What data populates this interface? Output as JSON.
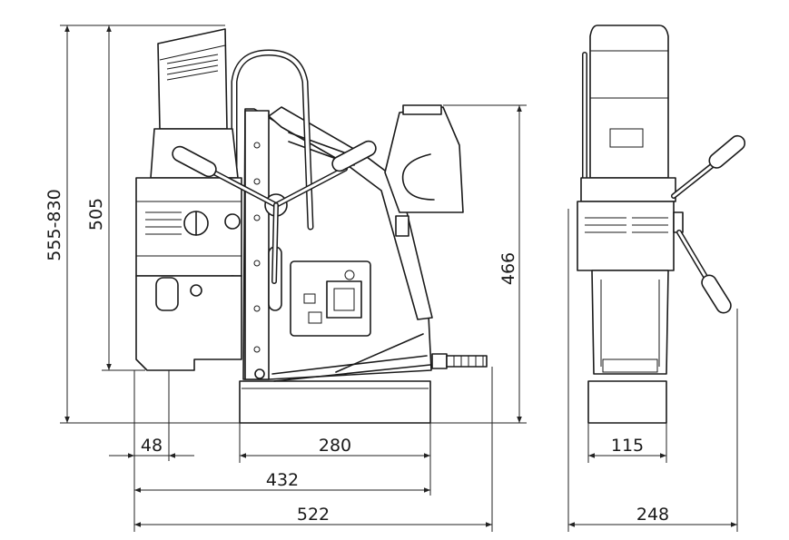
{
  "dimensions": {
    "total_height_range": "555-830",
    "column_height": "505",
    "base_to_motor_height": "466",
    "spindle_offset": "48",
    "base_length": "280",
    "reach_length": "432",
    "total_length": "522",
    "base_width": "115",
    "total_width": "248"
  },
  "colors": {
    "line": "#1a1a1a",
    "background": "#ffffff"
  }
}
